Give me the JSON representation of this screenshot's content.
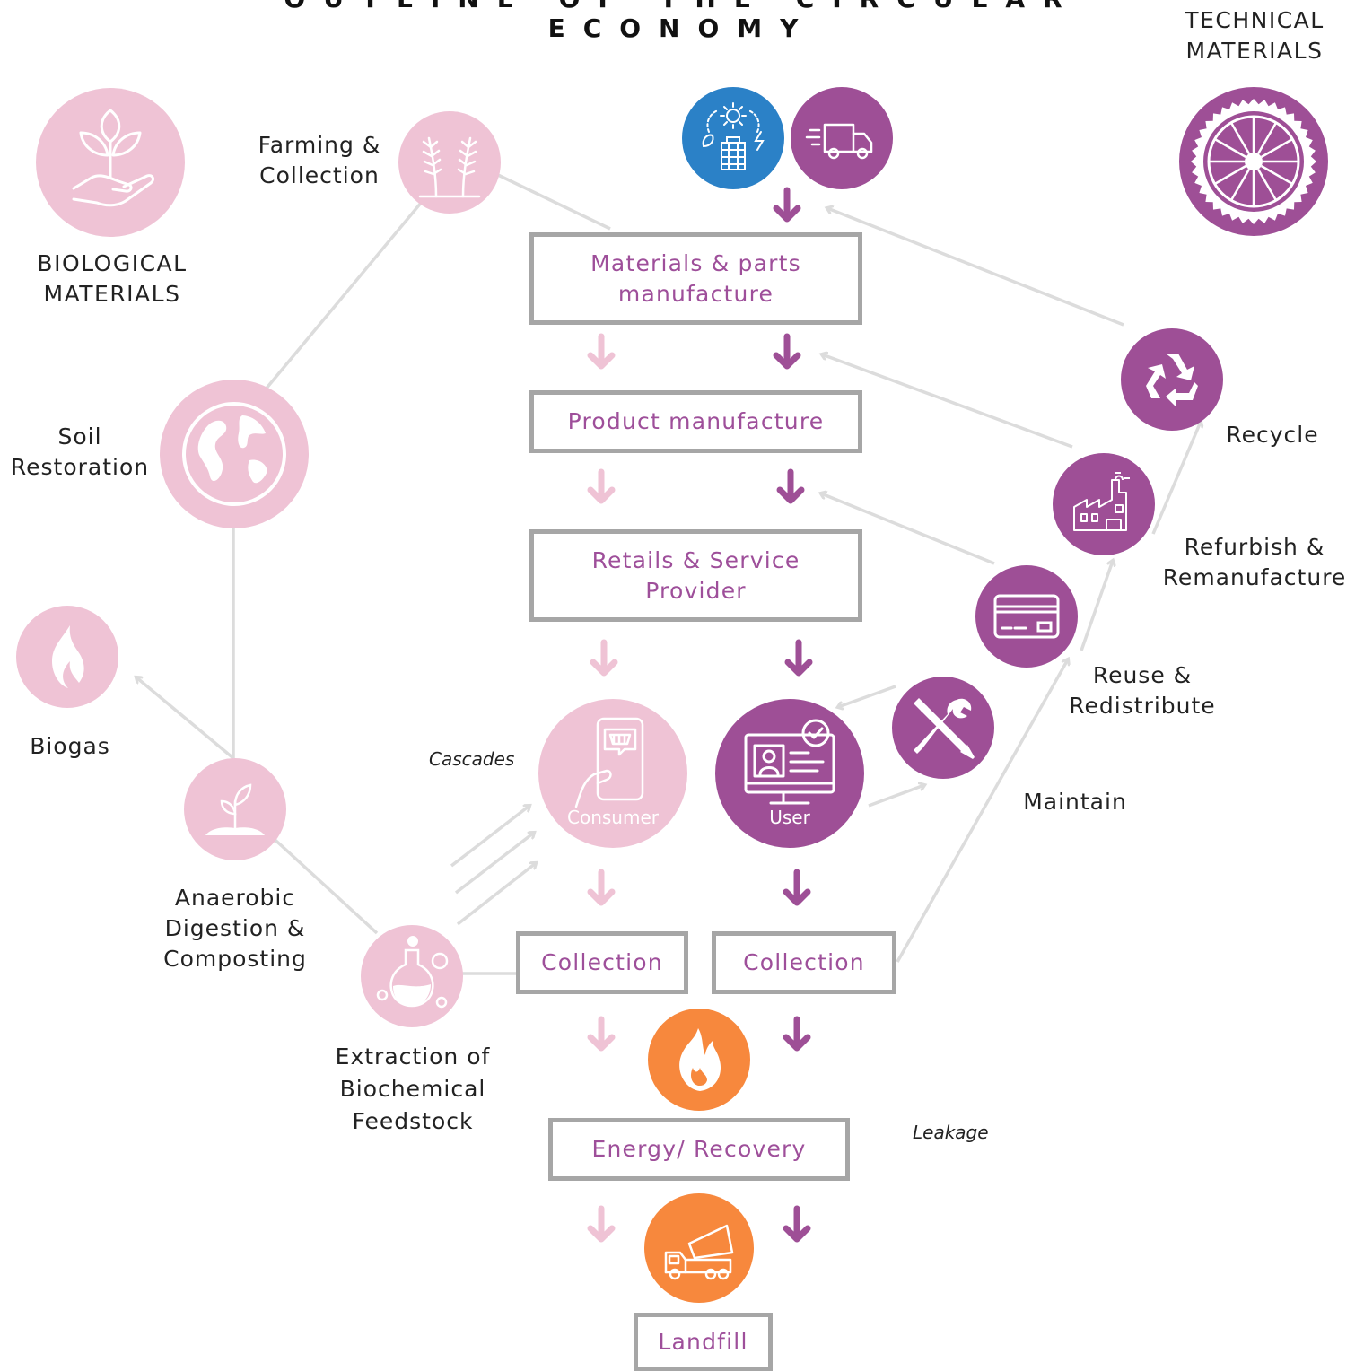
{
  "title": "OUTLINE OF THE CIRCULAR ECONOMY",
  "biological": {
    "heading": "BIOLOGICAL\nMATERIALS",
    "farming": "Farming &\nCollection",
    "soil": "Soil\nRestoration",
    "biogas": "Biogas",
    "anaerobic": "Anaerobic\nDigestion &\nComposting",
    "extraction": "Extraction of\nBiochemical\nFeedstock",
    "cascades": "Cascades"
  },
  "technical": {
    "heading": "TECHNICAL\nMATERIALS",
    "recycle": "Recycle",
    "refurbish": "Refurbish &\nRemanufacture",
    "reuse": "Reuse &\nRedistribute",
    "maintain": "Maintain"
  },
  "flow": {
    "materials": "Materials & parts\nmanufacture",
    "product": "Product manufacture",
    "retail": "Retails & Service\nProvider",
    "consumer": "Consumer",
    "user": "User",
    "collection_bio": "Collection",
    "collection_tech": "Collection",
    "energy": "Energy/ Recovery",
    "landfill": "Landfill",
    "leakage": "Leakage"
  },
  "colors": {
    "pink": "#efc3d5",
    "purple": "#9e4f96",
    "blue": "#2b81c7",
    "orange": "#f7883d",
    "box_border": "#a6a6a6",
    "box_text": "#9e4f9a",
    "connector": "#dcdcdc"
  },
  "icons": {
    "biological": "hand-plant-icon",
    "farming": "wheat-icon",
    "soil": "globe-icon",
    "biogas": "flame-icon",
    "anaerobic": "sprout-icon",
    "extraction": "flask-icon",
    "energy_source": "renewable-energy-icon",
    "transport": "delivery-truck-icon",
    "technical": "wheel-icon",
    "recycle": "recycle-icon",
    "refurbish": "factory-icon",
    "reuse": "credit-card-icon",
    "maintain": "tools-icon",
    "consumer": "phone-shopping-icon",
    "user": "monitor-user-icon",
    "energy": "fire-icon",
    "landfill": "dump-truck-icon"
  }
}
